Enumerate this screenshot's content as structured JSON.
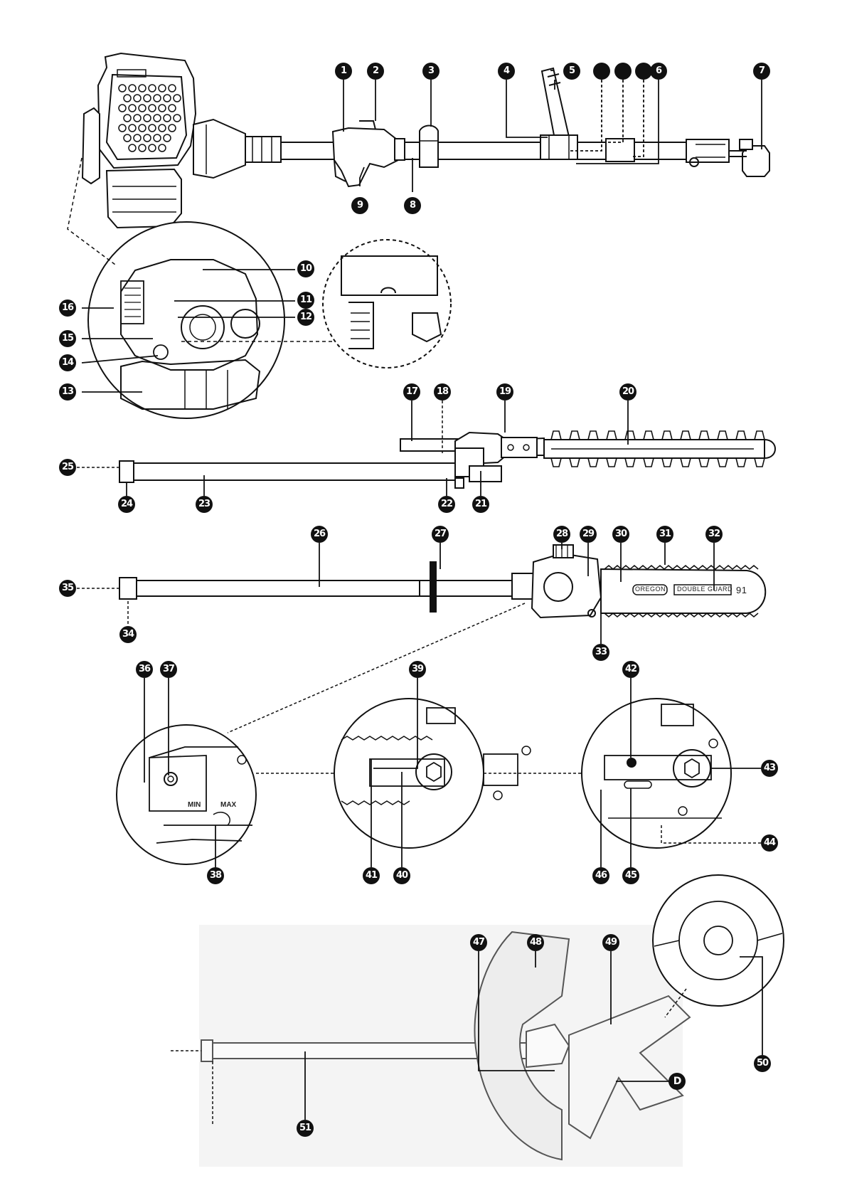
{
  "callouts": [
    "1",
    "2",
    "3",
    "4",
    "5",
    "",
    "",
    "",
    "6",
    "7",
    "8",
    "9",
    "10",
    "11",
    "12",
    "13",
    "14",
    "15",
    "16",
    "17",
    "18",
    "19",
    "20",
    "21",
    "22",
    "23",
    "24",
    "25",
    "26",
    "27",
    "28",
    "29",
    "30",
    "31",
    "32",
    "33",
    "34",
    "35",
    "36",
    "37",
    "38",
    "39",
    "40",
    "41",
    "42",
    "43",
    "44",
    "45",
    "46",
    "47",
    "48",
    "49",
    "50",
    "51",
    "D"
  ],
  "labels": {
    "scale_min": "MIN",
    "scale_max": "MAX",
    "chain_brand": "OREGON",
    "chain_model": "DOUBLE GUARD",
    "chain_size": "91"
  }
}
